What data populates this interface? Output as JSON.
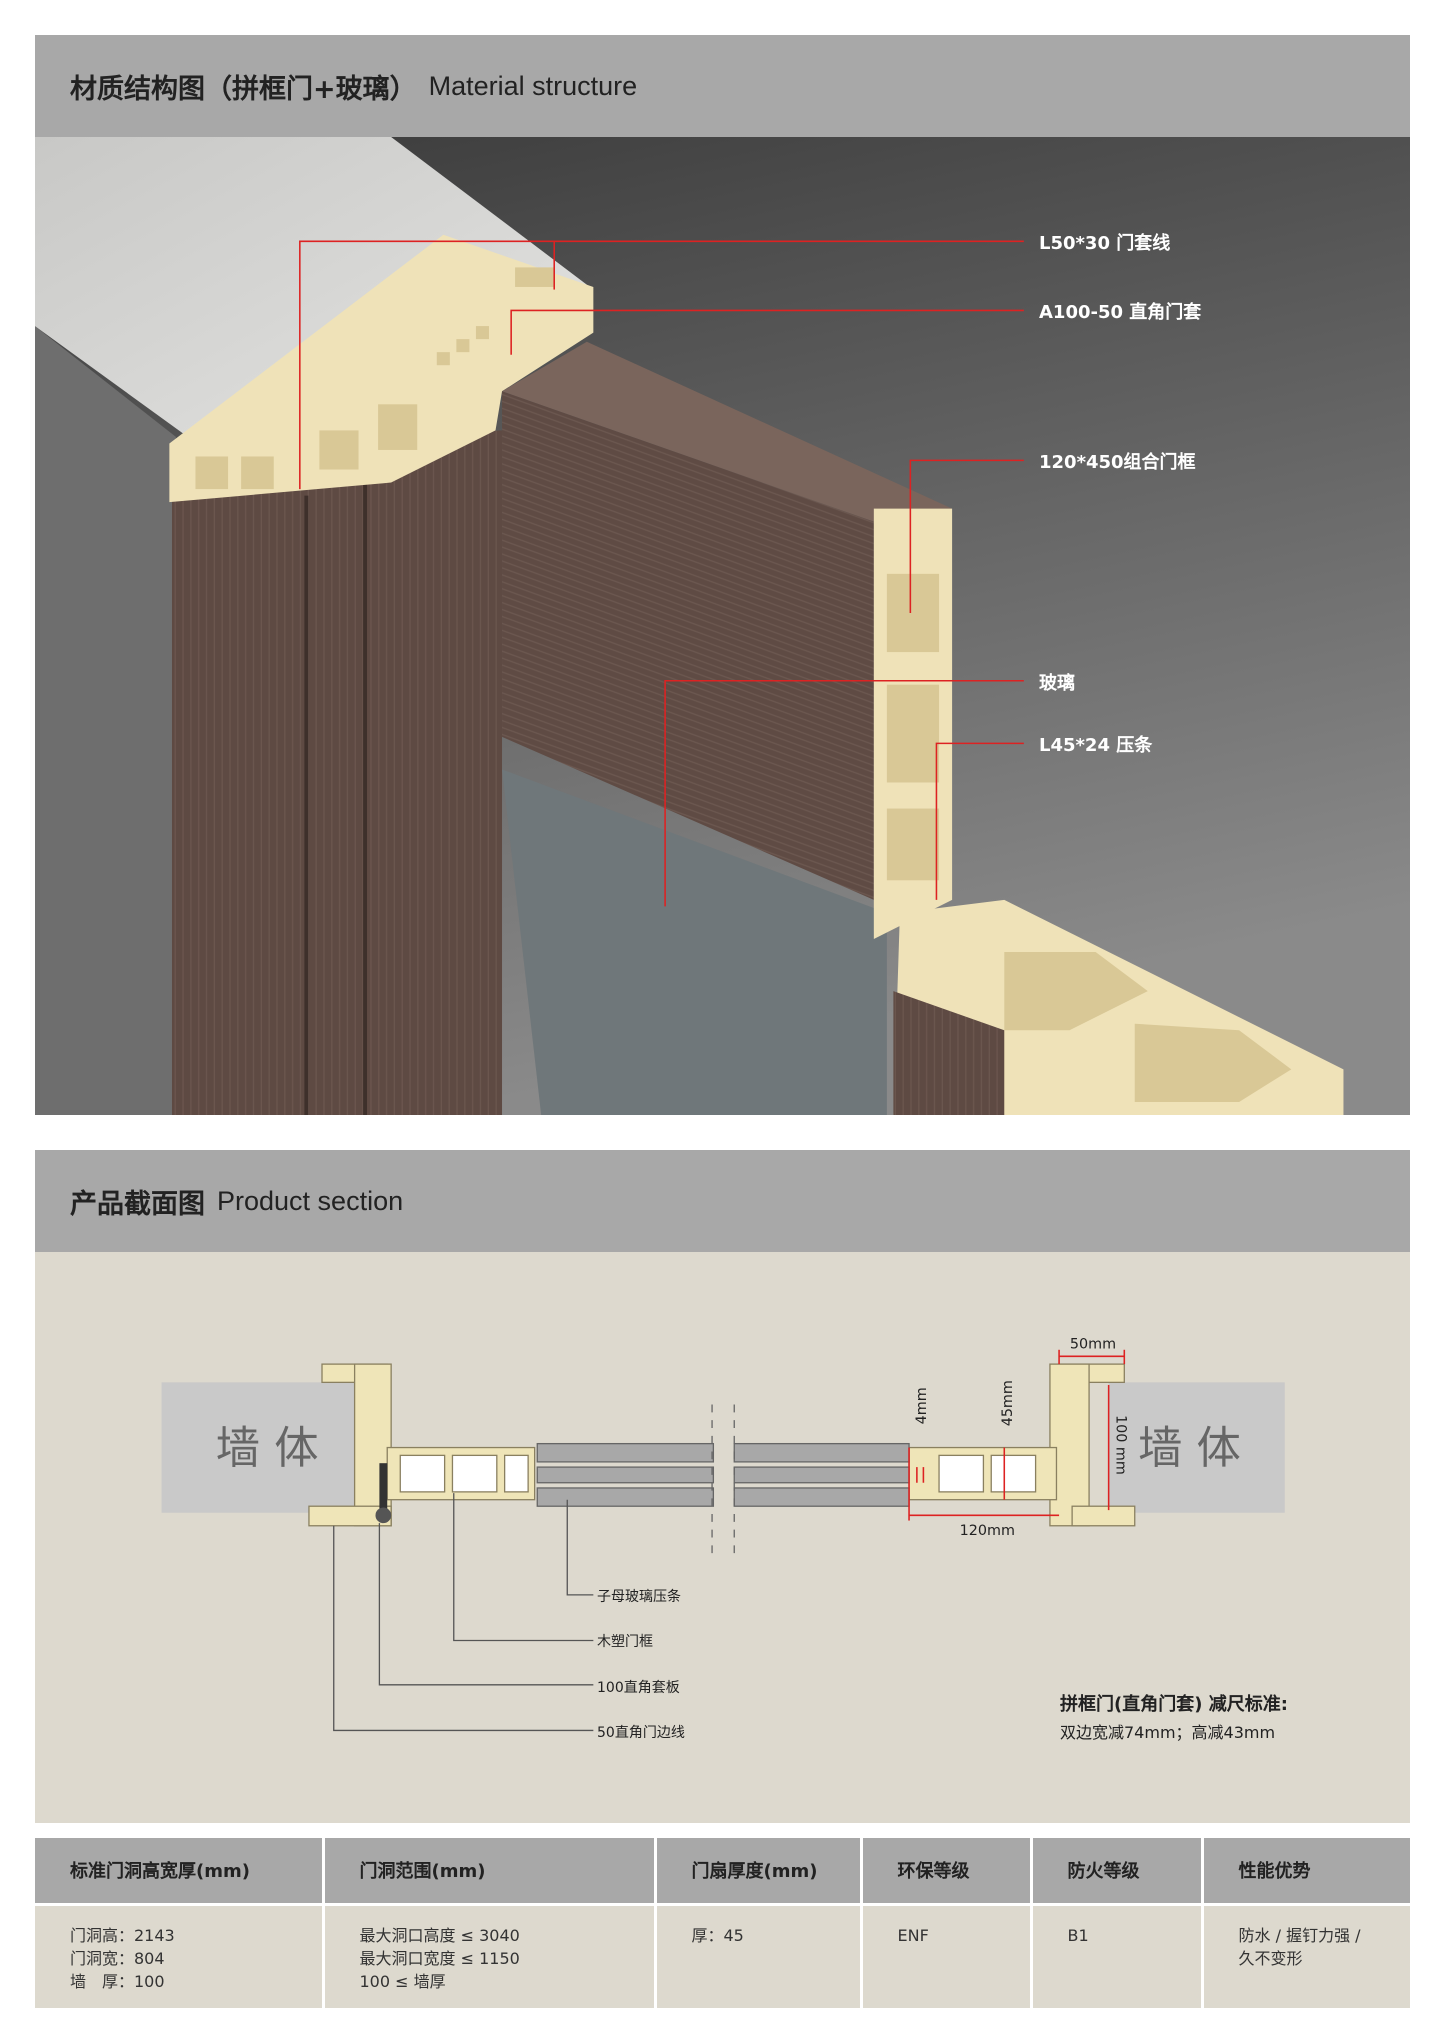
{
  "section1": {
    "title_cn": "材质结构图（拼框门+玻璃）",
    "title_en": "Material structure",
    "labels": [
      "L50*30 门套线",
      "A100-50 直角门套",
      "120*450组合门框",
      "玻璃",
      "L45*24 压条"
    ]
  },
  "section2": {
    "title_cn": "产品截面图",
    "title_en": "Product section",
    "wall_left": "墙 体",
    "wall_right": "墙 体",
    "dims": {
      "d50": "50mm",
      "d4": "4mm",
      "d45": "45mm",
      "d100": "100 mm",
      "d120": "120mm"
    },
    "callouts": [
      "子母玻璃压条",
      "木塑门框",
      "100直角套板",
      "50直角门边线"
    ],
    "note_title": "拼框门(直角门套) 减尺标准:",
    "note_text": "双边宽减74mm；高减43mm"
  },
  "table": {
    "headers": [
      "标准门洞高宽厚(mm)",
      "门洞范围(mm)",
      "门扇厚度(mm)",
      "环保等级",
      "防火等级",
      "性能优势"
    ],
    "cells": [
      [
        "门洞高：2143",
        "门洞宽：804",
        "墙　厚：100"
      ],
      [
        "最大洞口高度 ≤ 3040",
        "最大洞口宽度 ≤ 1150",
        "100 ≤ 墙厚"
      ],
      [
        "厚：45"
      ],
      [
        "ENF"
      ],
      [
        "B1"
      ],
      [
        "防水 / 握钉力强 /",
        "久不变形"
      ]
    ]
  },
  "colors": {
    "leader_red": "#d22",
    "profile": "#efe2b8",
    "wood": "#5a4640"
  }
}
